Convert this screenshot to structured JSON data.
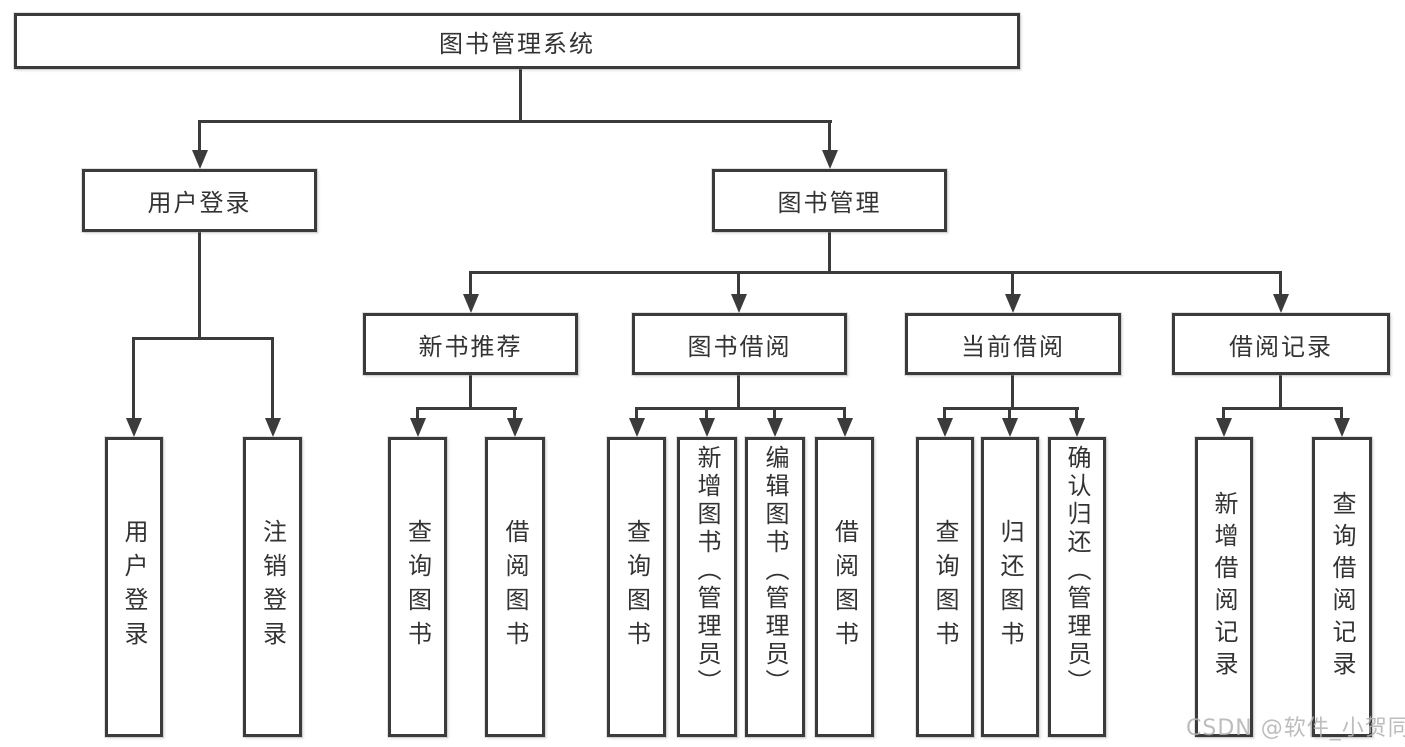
{
  "diagram": {
    "root": {
      "label": "图书管理系统"
    },
    "branches": [
      {
        "label": "用户登录",
        "children": [
          {
            "label": "用户登录"
          },
          {
            "label": "注销登录"
          }
        ]
      },
      {
        "label": "图书管理",
        "children": [
          {
            "label": "新书推荐",
            "children": [
              {
                "label": "查询图书"
              },
              {
                "label": "借阅图书"
              }
            ]
          },
          {
            "label": "图书借阅",
            "children": [
              {
                "label": "查询图书"
              },
              {
                "label": "新增图书（管理员）"
              },
              {
                "label": "编辑图书（管理员）"
              },
              {
                "label": "借阅图书"
              }
            ]
          },
          {
            "label": "当前借阅",
            "children": [
              {
                "label": "查询图书"
              },
              {
                "label": "归还图书"
              },
              {
                "label": "确认归还（管理员）"
              }
            ]
          },
          {
            "label": "借阅记录",
            "children": [
              {
                "label": "新增借阅记录"
              },
              {
                "label": "查询借阅记录"
              }
            ]
          }
        ]
      }
    ]
  },
  "colors": {
    "line": "#3b3b3b",
    "text": "#333333",
    "box_background": "#ffffff",
    "watermark": "#b2b2b2"
  },
  "watermark": {
    "text": "CSDN @软件_小贺同学"
  }
}
